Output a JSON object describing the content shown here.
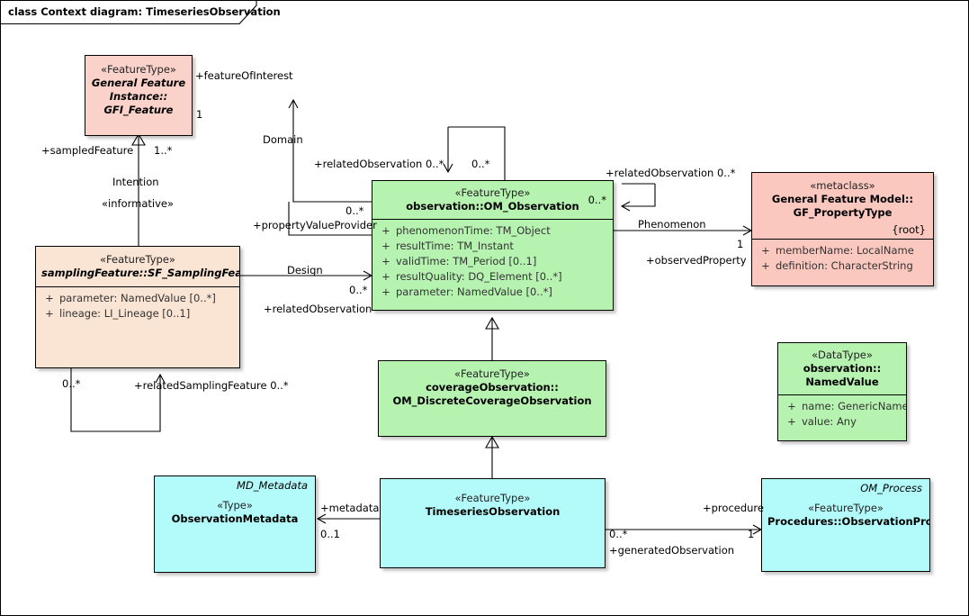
{
  "diagram": {
    "frame_title": "class Context diagram: TimeseriesObservation",
    "type": "uml-class-diagram"
  },
  "classes": {
    "gfi_feature": {
      "stereotype": "«FeatureType»",
      "name_line1": "General Feature",
      "name_line2": "Instance::",
      "name_line3": "GFI_Feature",
      "fill": "#fad2ca",
      "mult_inside": "1"
    },
    "sampling_feature": {
      "stereotype": "«FeatureType»",
      "name": "samplingFeature::SF_SamplingFeature",
      "fill": "#fae4d4",
      "attributes": [
        {
          "visibility": "+",
          "text": "parameter: NamedValue [0..*]"
        },
        {
          "visibility": "+",
          "text": "lineage: LI_Lineage [0..1]"
        }
      ]
    },
    "om_observation": {
      "stereotype": "«FeatureType»",
      "name": "observation::OM_Observation",
      "fill": "#b6f2b0",
      "mult_inside": "0..*",
      "attributes": [
        {
          "visibility": "+",
          "text": "phenomenonTime: TM_Object"
        },
        {
          "visibility": "+",
          "text": "resultTime: TM_Instant"
        },
        {
          "visibility": "+",
          "text": "validTime: TM_Period [0..1]"
        },
        {
          "visibility": "+",
          "text": "resultQuality: DQ_Element [0..*]"
        },
        {
          "visibility": "+",
          "text": "parameter: NamedValue [0..*]"
        }
      ]
    },
    "gf_propertytype": {
      "stereotype": "«metaclass»",
      "name_line1": "General Feature Model::",
      "name_line2": "GF_PropertyType",
      "constraint": "{root}",
      "fill": "#fbc8c0",
      "attributes": [
        {
          "visibility": "+",
          "text": "memberName: LocalName"
        },
        {
          "visibility": "+",
          "text": "definition: CharacterString"
        }
      ]
    },
    "coverage_observation": {
      "stereotype": "«FeatureType»",
      "name_line1": "coverageObservation::",
      "name_line2": "OM_DiscreteCoverageObservation",
      "fill": "#b6f2b0"
    },
    "named_value": {
      "stereotype": "«DataType»",
      "name_line1": "observation::",
      "name_line2": "NamedValue",
      "fill": "#b6f2b0",
      "attributes": [
        {
          "visibility": "+",
          "text": "name: GenericName"
        },
        {
          "visibility": "+",
          "text": "value: Any"
        }
      ]
    },
    "observation_metadata": {
      "corner_note": "MD_Metadata",
      "stereotype": "«Type»",
      "name": "ObservationMetadata",
      "fill": "#b3fbfb"
    },
    "timeseries_observation": {
      "stereotype": "«FeatureType»",
      "name": "TimeseriesObservation",
      "fill": "#b3fbfb"
    },
    "observation_process": {
      "corner_note": "OM_Process",
      "stereotype": "«FeatureType»",
      "name": "Procedures::ObservationProcess",
      "fill": "#b3fbfb"
    }
  },
  "labels": {
    "feature_of_interest": "+featureOfInterest",
    "foi_mult": "1",
    "sampled_feature": "+sampledFeature",
    "sampled_feature_mult": "1..*",
    "intention": "Intention",
    "informative": "«informative»",
    "domain": "Domain",
    "related_observation_left": "+relatedObservation 0..*",
    "self_mult_top": "0..*",
    "related_observation_right": "+relatedObservation 0..*",
    "property_value_provider": "+propertyValueProvider",
    "pvp_mult": "0..*",
    "design": "Design",
    "design_mult": "0..*",
    "related_observation_design": "+relatedObservation",
    "phenomenon": "Phenomenon",
    "observed_property": "+observedProperty",
    "observed_property_mult": "1",
    "related_sampling_feature": "+relatedSamplingFeature 0..*",
    "related_sampling_feature_mult": "0..*",
    "metadata": "+metadata",
    "metadata_mult": "0..1",
    "procedure": "+procedure",
    "procedure_mult": "1",
    "generated_observation": "+generatedObservation",
    "generated_observation_mult": "0..*"
  }
}
